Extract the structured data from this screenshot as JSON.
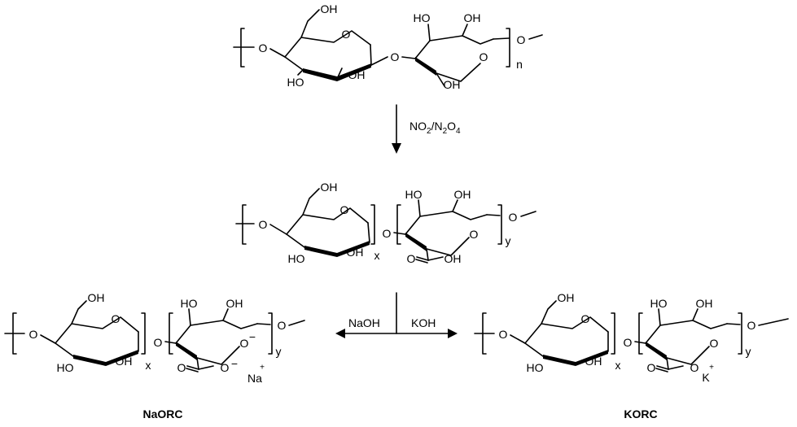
{
  "reagents": {
    "oxidation": "NO2/N2O4",
    "oxidation_parts": [
      "NO",
      "2",
      "/N",
      "2",
      "O",
      "4"
    ],
    "left_base": "NaOH",
    "right_base": "KOH"
  },
  "labels": {
    "oh": "OH",
    "ho": "HO",
    "o": "O",
    "n": "n",
    "x": "x",
    "y": "y",
    "na": "Na",
    "k": "K",
    "plus": "+",
    "minus": "−"
  },
  "products": {
    "left": "NaORC",
    "right": "KORC"
  }
}
